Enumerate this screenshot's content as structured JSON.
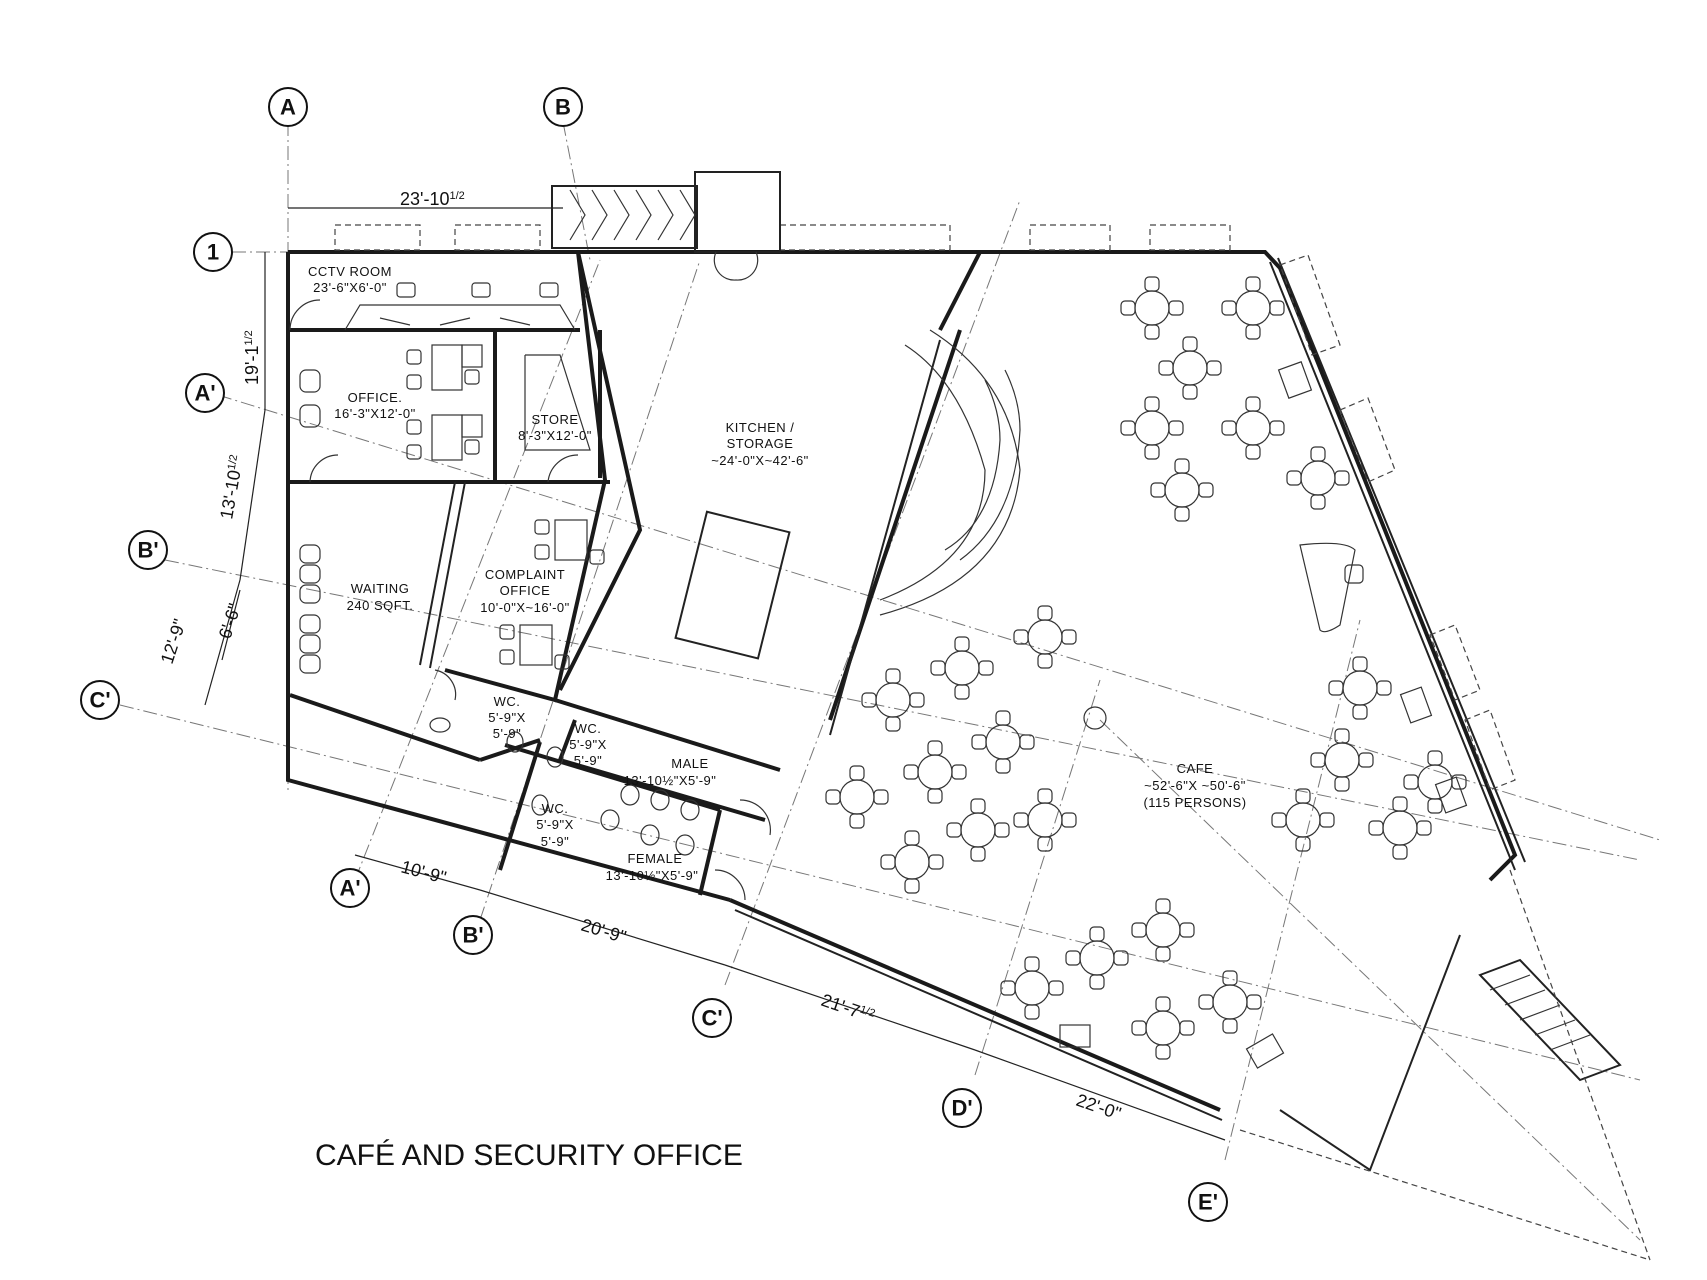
{
  "title": "CAFÉ AND SECURITY OFFICE",
  "grid_bubbles": [
    {
      "id": "grid-a",
      "label": "A"
    },
    {
      "id": "grid-b",
      "label": "B"
    },
    {
      "id": "grid-1",
      "label": "1"
    },
    {
      "id": "grid-a-prime-left",
      "label": "A'"
    },
    {
      "id": "grid-b-prime-left",
      "label": "B'"
    },
    {
      "id": "grid-c-prime-left",
      "label": "C'"
    },
    {
      "id": "grid-a-prime-bottom",
      "label": "A'"
    },
    {
      "id": "grid-b-prime-bottom",
      "label": "B'"
    },
    {
      "id": "grid-c-prime-bottom",
      "label": "C'"
    },
    {
      "id": "grid-d-prime-bottom",
      "label": "D'"
    },
    {
      "id": "grid-e-prime-bottom",
      "label": "E'"
    }
  ],
  "dimensions": {
    "top_width": "23'-10",
    "top_width_frac": "1/2",
    "left_upper": "19'-1",
    "left_upper_frac": "1/2",
    "left_mid": "13'-10",
    "left_mid_frac": "1/2",
    "left_lower": "12'-9\"",
    "left_small": "6'-6\"",
    "bottom_1": "10'-9\"",
    "bottom_2": "20'-9\"",
    "bottom_3": "21'-7",
    "bottom_3_frac": "1/2",
    "bottom_4": "22'-0\""
  },
  "rooms": {
    "cctv": {
      "name": "CCTV ROOM",
      "size": "23'-6\"X6'-0\""
    },
    "office": {
      "name": "OFFICE.",
      "size": "16'-3\"X12'-0\""
    },
    "store": {
      "name": "STORE",
      "size": "8'-3\"X12'-0\""
    },
    "kitchen": {
      "name": "KITCHEN /",
      "name2": "STORAGE",
      "size": "~24'-0\"X~42'-6\""
    },
    "waiting": {
      "name": "WAITING",
      "size": "240 SQFT."
    },
    "complaint": {
      "name": "COMPLAINT",
      "name2": "OFFICE",
      "size": "10'-0\"X~16'-0\""
    },
    "wc1": {
      "name": "WC.",
      "size": "5'-9\"X",
      "size2": "5'-9\""
    },
    "wc2": {
      "name": "WC.",
      "size": "5'-9\"X",
      "size2": "5'-9\""
    },
    "wc3": {
      "name": "WC.",
      "size": "5'-9\"X",
      "size2": "5'-9\""
    },
    "male": {
      "name": "MALE",
      "size": "13'-10½\"X5'-9\""
    },
    "female": {
      "name": "FEMALE",
      "size": "13'-10½\"X5'-9\""
    },
    "cafe": {
      "name": "CAFE",
      "size": "~52'-6\"X ~50'-6\"",
      "capacity": "(115 PERSONS)"
    }
  }
}
